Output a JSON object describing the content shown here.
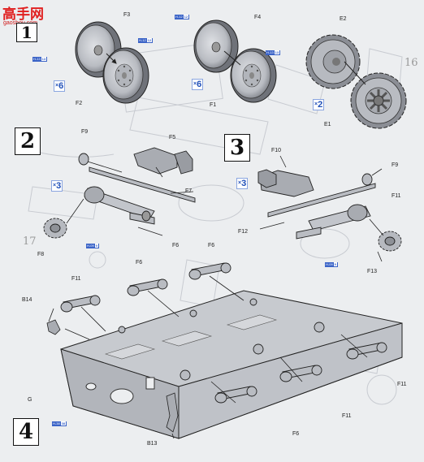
{
  "watermark": {
    "site_cn": "高手网",
    "site_url": "gaoshou.com"
  },
  "steps": [
    {
      "number": "1"
    },
    {
      "number": "2"
    },
    {
      "number": "3"
    },
    {
      "number": "4"
    }
  ],
  "background_page_marks": [
    "17",
    "16"
  ],
  "step1": {
    "part_labels": [
      "F3",
      "F2",
      "F4",
      "F1",
      "E2",
      "E1"
    ],
    "refs": [
      {
        "code": "H-13",
        "num": "13"
      },
      {
        "code": "H-12",
        "num": "12"
      },
      {
        "code": "H-12",
        "num": "12"
      },
      {
        "code": "H-13",
        "num": "13"
      }
    ],
    "multipliers": [
      "6",
      "6",
      "2"
    ]
  },
  "step2": {
    "part_labels": [
      "F9",
      "F5",
      "F7",
      "F8",
      "F6"
    ],
    "refs": [
      {
        "code": "H-09",
        "num": "9"
      }
    ],
    "multipliers": [
      "3"
    ]
  },
  "step3": {
    "part_labels": [
      "F10",
      "F9",
      "F11",
      "F12",
      "F13"
    ],
    "refs": [
      {
        "code": "H-09",
        "num": "9"
      }
    ],
    "multipliers": [
      "3"
    ]
  },
  "step4": {
    "part_labels": [
      "F6",
      "F6",
      "F11",
      "B14",
      "G",
      "B13",
      "F6",
      "F11",
      "F11"
    ],
    "refs": [
      {
        "code": "H-38",
        "num": "38"
      }
    ]
  },
  "colors": {
    "ink": "#222222",
    "part_gray": "#b9bcc2",
    "part_dark": "#7d8087",
    "ref_blue": "#3a63c7",
    "watermark_red": "#e02020"
  }
}
